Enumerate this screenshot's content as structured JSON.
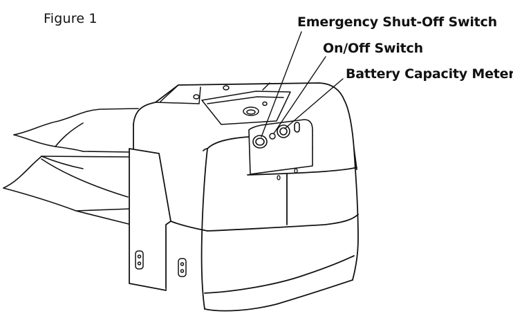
{
  "figure": {
    "title": "Figure 1"
  },
  "callouts": {
    "emergency_shutoff": "Emergency Shut-Off Switch",
    "on_off": "On/Off Switch",
    "battery_meter": "Battery Capacity Meter"
  },
  "colors": {
    "line": "#111111",
    "background": "#ffffff"
  }
}
